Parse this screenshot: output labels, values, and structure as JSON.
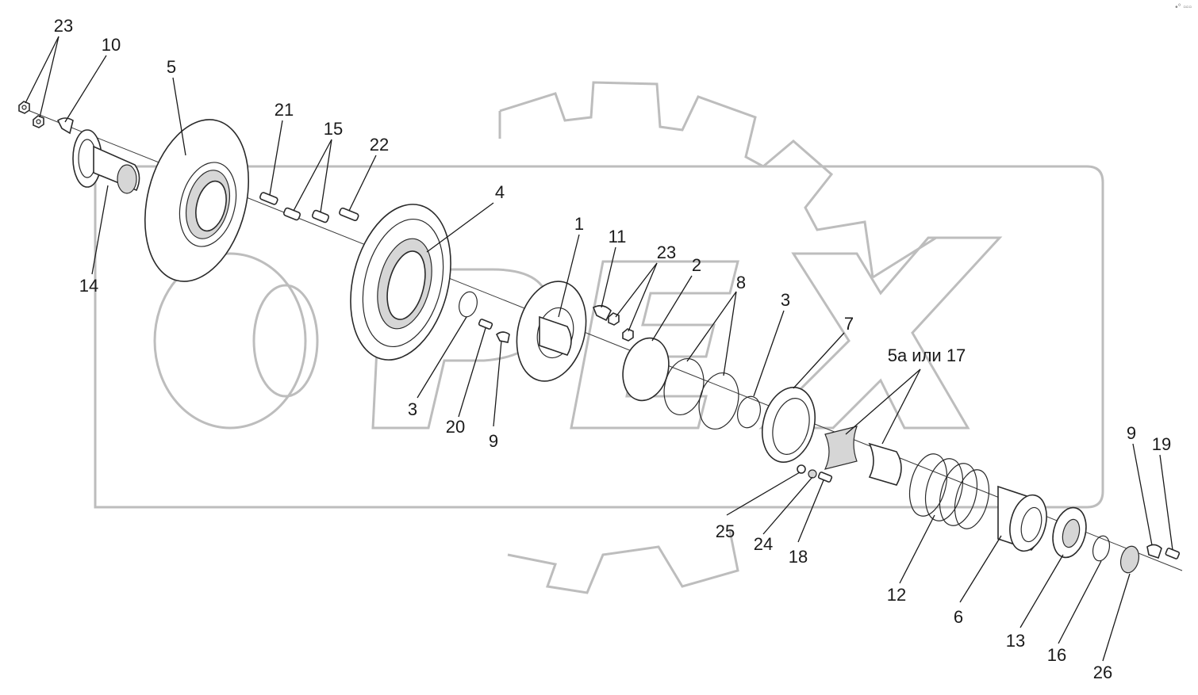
{
  "diagram": {
    "callouts": [
      "23",
      "10",
      "5",
      "21",
      "15",
      "22",
      "14",
      "4",
      "1",
      "11",
      "23",
      "2",
      "8",
      "3",
      "7",
      "5а или 17",
      "3",
      "20",
      "9",
      "25",
      "24",
      "18",
      "12",
      "6",
      "13",
      "16",
      "26",
      "9",
      "19"
    ]
  },
  "watermark": {
    "text": "ORLEX",
    "color": "#bdbdbd"
  },
  "corner_mark": "•° ▫▫▫"
}
